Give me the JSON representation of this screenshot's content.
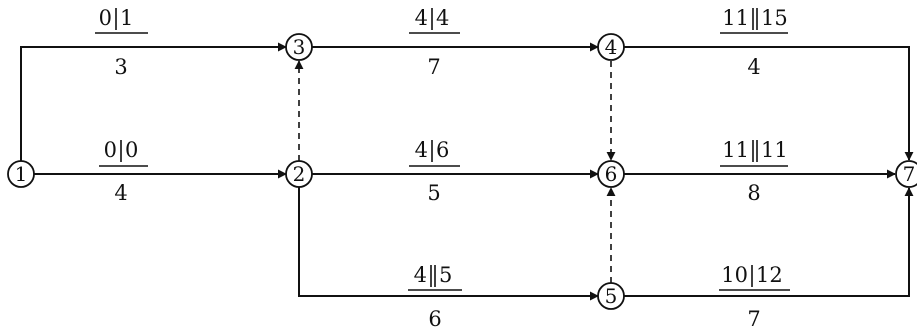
{
  "nodes": [
    {
      "id": "1",
      "label": "①"
    },
    {
      "id": "2",
      "label": "②"
    },
    {
      "id": "3",
      "label": "③"
    },
    {
      "id": "4",
      "label": "④"
    },
    {
      "id": "5",
      "label": "⑤"
    },
    {
      "id": "6",
      "label": "⑥"
    },
    {
      "id": "7",
      "label": "⑦"
    }
  ],
  "activities": [
    {
      "from": "1",
      "to": "3",
      "left": "0",
      "right": "1",
      "duration": "3"
    },
    {
      "from": "1",
      "to": "2",
      "left": "0",
      "right": "0",
      "duration": "4"
    },
    {
      "from": "3",
      "to": "4",
      "left": "4",
      "right": "4",
      "duration": "7"
    },
    {
      "from": "2",
      "to": "6",
      "left": "4",
      "right": "6",
      "duration": "5"
    },
    {
      "from": "2",
      "to": "5",
      "left": "4",
      "right": "5",
      "duration": "6"
    },
    {
      "from": "4",
      "to": "7",
      "left": "11",
      "right": "15",
      "duration": "4"
    },
    {
      "from": "6",
      "to": "7",
      "left": "11",
      "right": "11",
      "duration": "8"
    },
    {
      "from": "5",
      "to": "7",
      "left": "10",
      "right": "12",
      "duration": "7"
    }
  ],
  "dummy_activities": [
    {
      "from": "2",
      "to": "3"
    },
    {
      "from": "4",
      "to": "6"
    },
    {
      "from": "5",
      "to": "6"
    }
  ]
}
